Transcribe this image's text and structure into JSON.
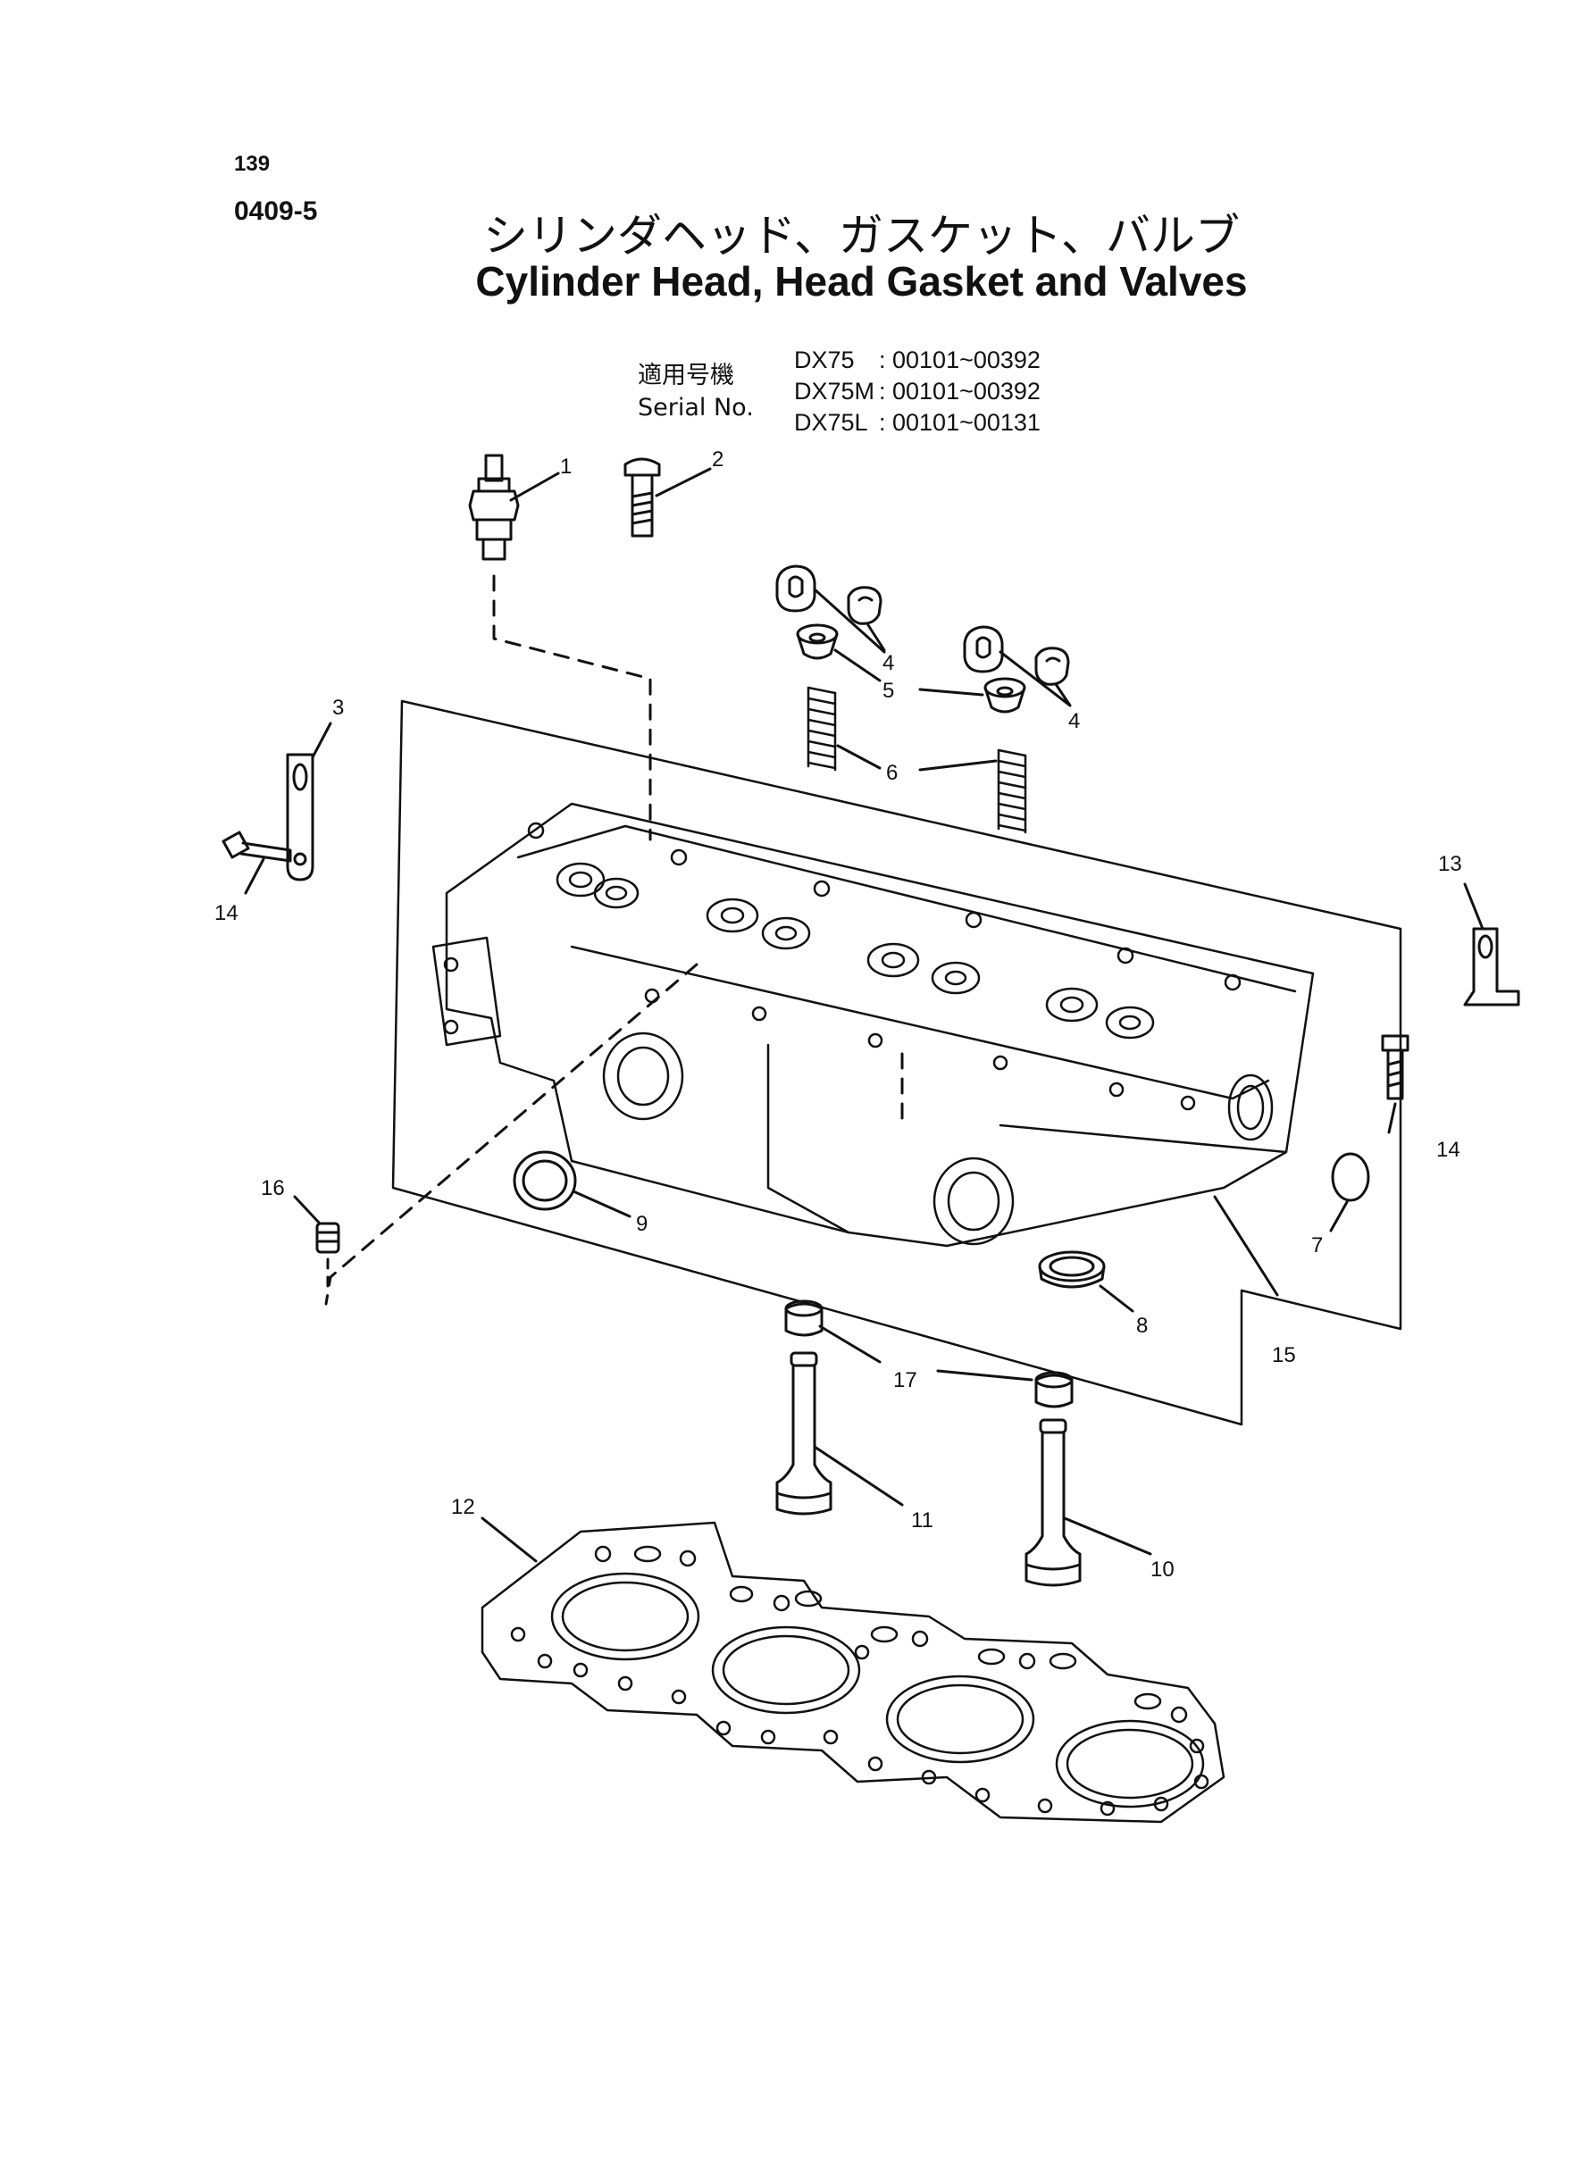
{
  "header": {
    "page_number": "139",
    "section_code": "0409-5",
    "title_jp": "シリンダヘッド、ガスケット、バルブ",
    "title_en": "Cylinder Head, Head Gasket and Valves"
  },
  "serial": {
    "label_jp": "適用号機",
    "label_en": "Serial No.",
    "models": [
      {
        "model": "DX75",
        "range": ": 00101~00392"
      },
      {
        "model": "DX75M",
        "range": ": 00101~00392"
      },
      {
        "model": "DX75L",
        "range": ": 00101~00131"
      }
    ]
  },
  "callouts": {
    "c1": "1",
    "c2": "2",
    "c3": "3",
    "c4a": "4",
    "c4b": "4",
    "c5": "5",
    "c6": "6",
    "c7": "7",
    "c8": "8",
    "c9": "9",
    "c10": "10",
    "c11": "11",
    "c12": "12",
    "c13": "13",
    "c14a": "14",
    "c14b": "14",
    "c15": "15",
    "c16": "16",
    "c17": "17"
  }
}
